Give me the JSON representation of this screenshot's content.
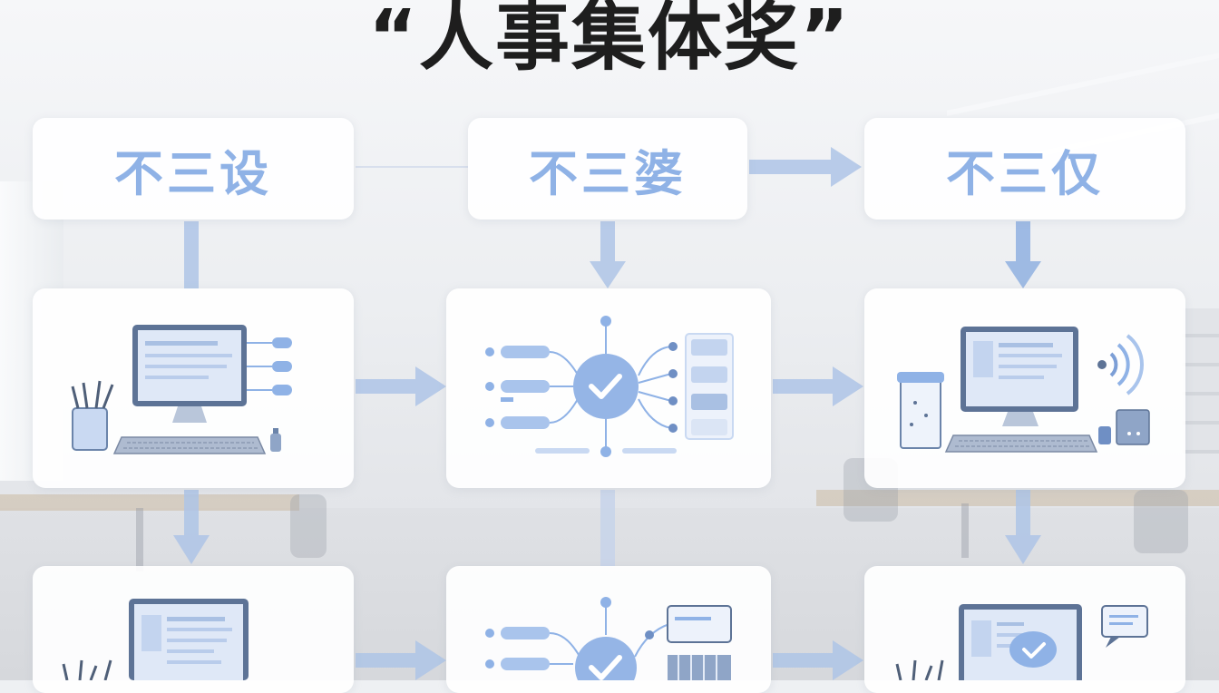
{
  "title": "“人事集体奖”",
  "headers": [
    "不三设",
    "不三婆",
    "不三仅"
  ],
  "colors": {
    "accent": "#8fb2e6",
    "arrow": "#a9c0e3",
    "icon_dark": "#5d7396",
    "icon_light": "#c9d9f2",
    "title": "#1e1e1e"
  },
  "icons": {
    "row1": [
      "computer-with-pen-holder-icon",
      "network-check-hub-icon",
      "computer-with-wifi-signal-icon"
    ],
    "row2": [
      "computer-with-pen-holder-icon",
      "network-check-hub-icon",
      "computer-with-check-cloud-icon"
    ]
  }
}
